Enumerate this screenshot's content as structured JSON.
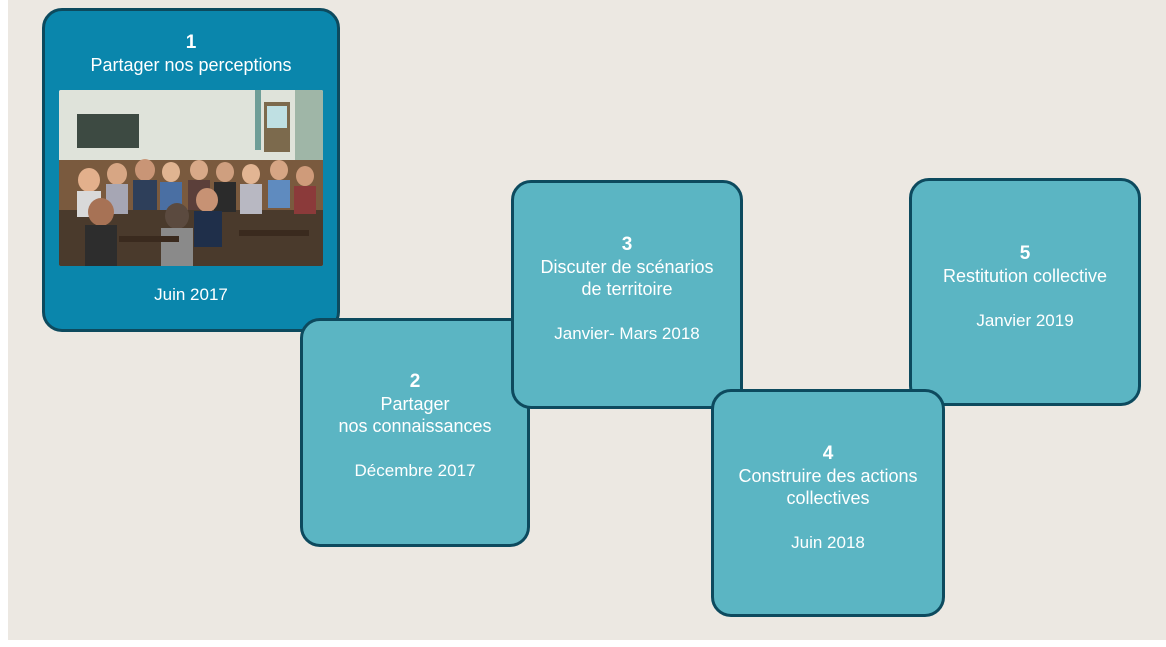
{
  "steps": [
    {
      "number": "1",
      "title_lines": [
        "Partager nos perceptions"
      ],
      "date": "Juin 2017",
      "has_photo": true
    },
    {
      "number": "2",
      "title_lines": [
        "Partager",
        "nos connaissances"
      ],
      "date": "Décembre 2017"
    },
    {
      "number": "3",
      "title_lines": [
        "Discuter de scénarios",
        "de territoire"
      ],
      "date": "Janvier- Mars 2018"
    },
    {
      "number": "4",
      "title_lines": [
        "Construire des actions",
        "collectives"
      ],
      "date": "Juin 2018"
    },
    {
      "number": "5",
      "title_lines": [
        "Restitution collective"
      ],
      "date": "Janvier 2019"
    }
  ],
  "colors": {
    "background": "#ece8e2",
    "card_light": "#5bb5c3",
    "card_dark": "#0a86ac",
    "border": "#0d4a5e",
    "text": "#ffffff"
  }
}
